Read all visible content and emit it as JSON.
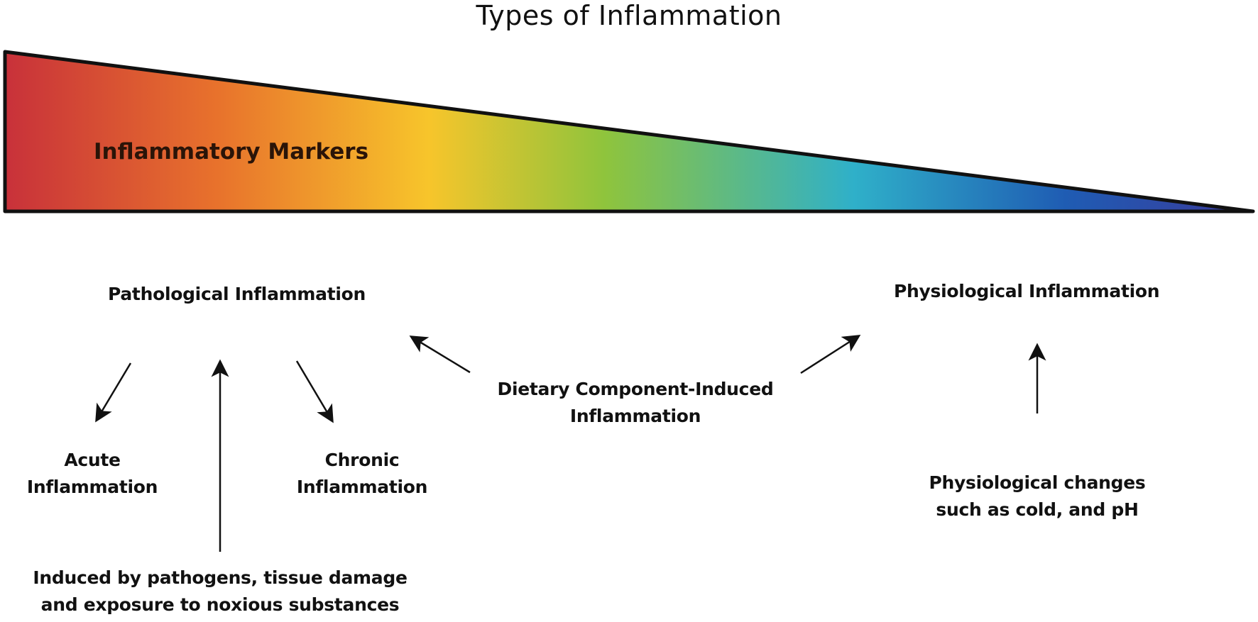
{
  "title": "Types of Inflammation",
  "gradient_bar": {
    "label": "Inflammatory Markers",
    "colors": [
      "#c8313a",
      "#e8722c",
      "#f7c52b",
      "#8fc43c",
      "#2fb0c9",
      "#1f5cb3",
      "#3b3a9c"
    ]
  },
  "nodes": {
    "pathological": {
      "label": "Pathological Inflammation"
    },
    "physiological": {
      "label": "Physiological Inflammation"
    },
    "acute": {
      "lines": [
        "Acute",
        "Inflammation"
      ]
    },
    "chronic": {
      "lines": [
        "Chronic",
        "Inflammation"
      ]
    },
    "dietary": {
      "lines": [
        "Dietary Component-Induced",
        "Inflammation"
      ]
    },
    "pathogen_cause": {
      "lines": [
        "Induced by pathogens, tissue damage",
        "and exposure to noxious substances"
      ]
    },
    "physiological_cause": {
      "lines": [
        "Physiological changes",
        "such as cold, and pH"
      ]
    }
  }
}
